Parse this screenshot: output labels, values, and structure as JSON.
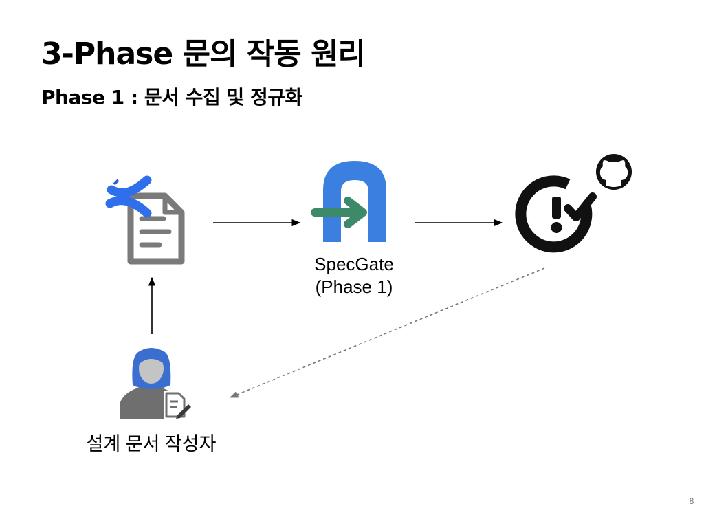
{
  "slide": {
    "title": "3-Phase 문의 작동 원리",
    "subtitle": "Phase 1 : 문서 수집 및 정규화",
    "page_number": "8"
  },
  "nodes": {
    "confluence_doc": {
      "icon": "confluence-document-icon"
    },
    "specgate": {
      "icon": "specgate-logo-icon",
      "label_line1": "SpecGate",
      "label_line2": "(Phase 1)"
    },
    "check_tool": {
      "icon": "check-exclamation-icon",
      "badge_icon": "github-icon"
    },
    "author": {
      "icon": "author-person-icon",
      "label": "설계 문서 작성자"
    }
  },
  "colors": {
    "confluence_blue": "#2F6FEB",
    "doc_gray": "#7A7A7A",
    "specgate_blue": "#3B7FE0",
    "specgate_green": "#3D8A6A",
    "author_blue": "#3B6FCF",
    "author_gray": "#6F6F6F"
  }
}
